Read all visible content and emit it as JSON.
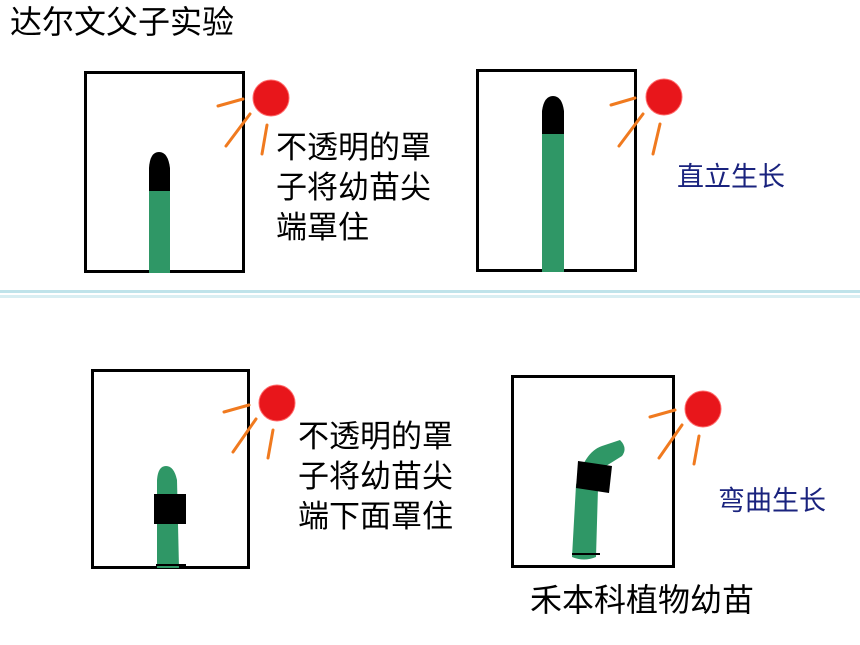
{
  "title": "达尔文父子实验",
  "panel_top": {
    "label_lines": [
      "不透明的罩",
      "子将幼苗尖",
      "端罩住"
    ],
    "result": "直立生长"
  },
  "panel_bottom": {
    "label_lines": [
      "不透明的罩",
      "子将幼苗尖",
      "端下面罩住"
    ],
    "result": "弯曲生长",
    "caption": "禾本科植物幼苗"
  },
  "colors": {
    "seedling": "#2f9766",
    "cap": "#000000",
    "sun": "#e8161b",
    "rays": "#f07a1f",
    "result_text": "#1a237e",
    "divider": "#bfe3ea"
  },
  "icons": [
    "sun-icon",
    "light-ray-icon",
    "seedling-icon",
    "opaque-cap-icon"
  ]
}
